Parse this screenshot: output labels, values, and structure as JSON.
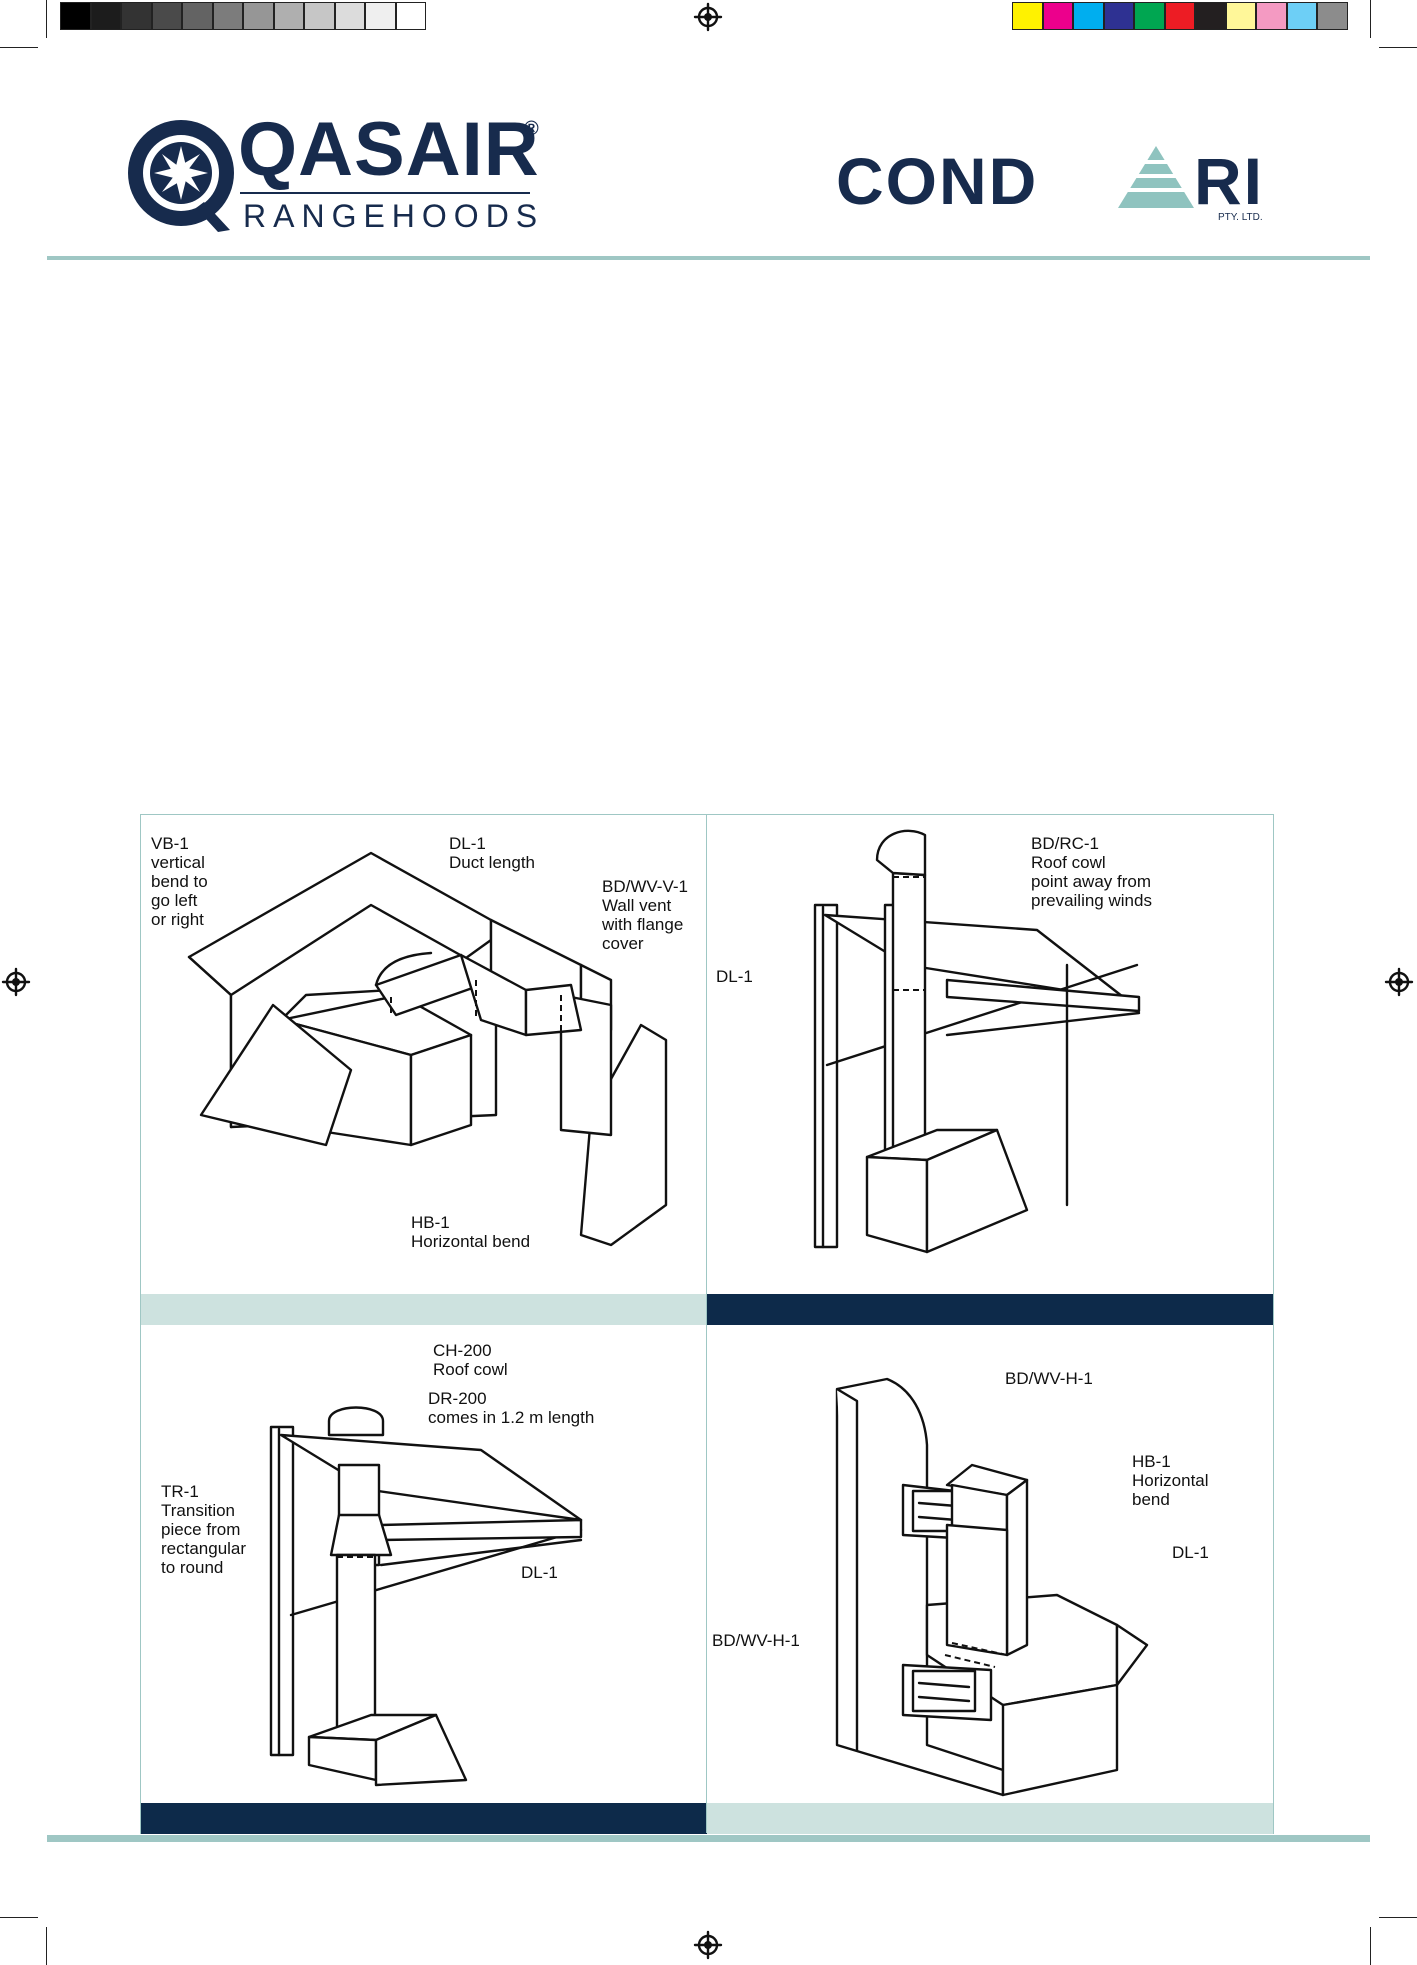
{
  "colors": {
    "navy": "#0d2a4a",
    "teal_light": "#cde2df",
    "teal_rule": "#9fc7c4",
    "grayscale": [
      "#000000",
      "#1c1c1c",
      "#333333",
      "#4a4a4a",
      "#636363",
      "#7c7c7c",
      "#969696",
      "#afafaf",
      "#c6c6c6",
      "#dcdcdc",
      "#efefef",
      "#ffffff"
    ],
    "process": [
      "#fff200",
      "#ec008c",
      "#00aeef",
      "#2e3192",
      "#00a651",
      "#ed1c24",
      "#231f20",
      "#fff799",
      "#f49ac2",
      "#6dcff6",
      "#8c8c8c"
    ]
  },
  "header": {
    "qasair": {
      "wordmark": "QASAIR",
      "registered": "®",
      "subline": "RANGEHOODS"
    },
    "condari": {
      "wordmark": "COND",
      "wordmark_end": "RI",
      "suffix": "PTY. LTD."
    }
  },
  "panels": [
    {
      "labels": [
        {
          "text": "VB-1\nvertical\nbend to\ngo left\nor right"
        },
        {
          "text": "DL-1\nDuct length"
        },
        {
          "text": "BD/WV-V-1\nWall vent\nwith flange\ncover"
        },
        {
          "text": "HB-1\nHorizontal bend"
        }
      ],
      "bar_color": "teal_light"
    },
    {
      "labels": [
        {
          "text": "BD/RC-1\nRoof cowl\npoint away from\nprevailing winds"
        },
        {
          "text": "DL-1"
        }
      ],
      "bar_color": "navy"
    },
    {
      "labels": [
        {
          "text": "CH-200\nRoof cowl"
        },
        {
          "text": "DR-200\ncomes in 1.2 m length"
        },
        {
          "text": "TR-1\nTransition\npiece from\nrectangular\nto round"
        },
        {
          "text": "DL-1"
        }
      ],
      "bar_color": "navy"
    },
    {
      "labels": [
        {
          "text": "BD/WV-H-1"
        },
        {
          "text": "HB-1\nHorizontal\nbend"
        },
        {
          "text": "DL-1"
        },
        {
          "text": "BD/WV-H-1"
        }
      ],
      "bar_color": "teal_light"
    }
  ]
}
